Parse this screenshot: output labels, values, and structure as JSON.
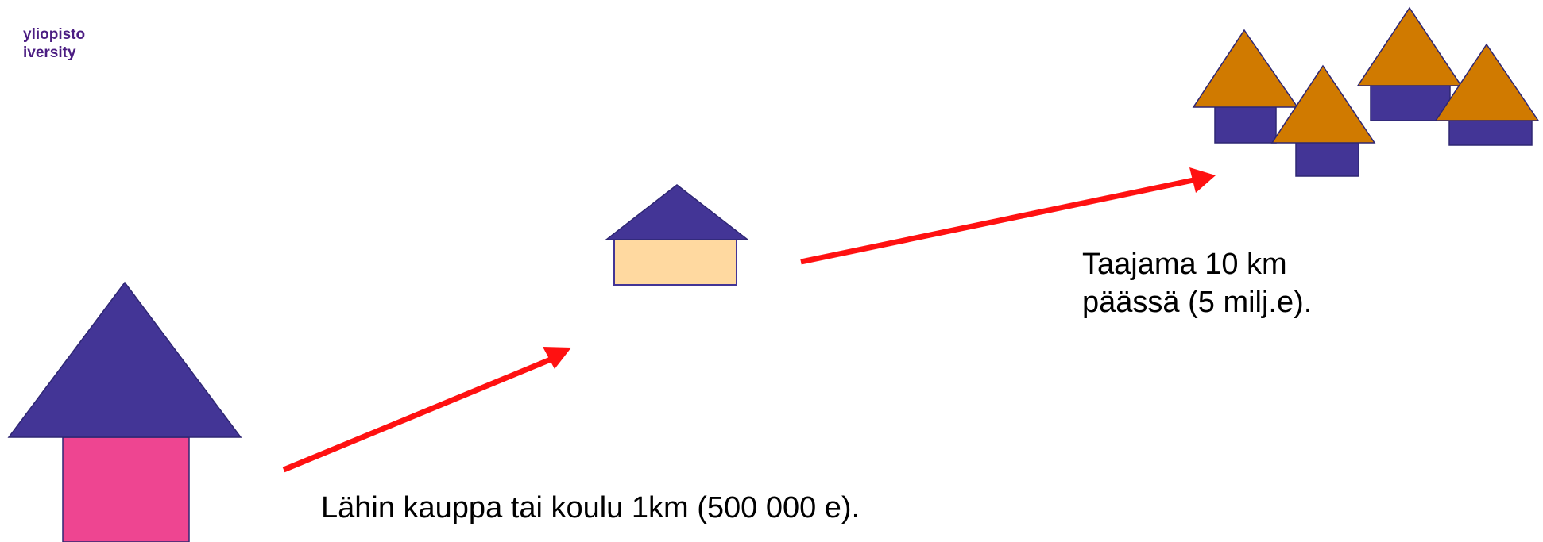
{
  "logo": {
    "line1": "yliopisto",
    "line2": "iversity",
    "color": "#4b1d82"
  },
  "labels": {
    "near": "Lähin kauppa tai koulu 1km (500 000 e).",
    "far_line1": "Taajama 10 km",
    "far_line2": "päässä (5 milj.e)."
  },
  "colors": {
    "roof": "#433596",
    "roof_orange": "#d07a00",
    "wall_pink": "#ee4591",
    "wall_beige": "#ffd9a0",
    "wall_purple": "#433596",
    "outline": "#2e2673",
    "arrow": "#ff1111",
    "text": "#000000"
  }
}
